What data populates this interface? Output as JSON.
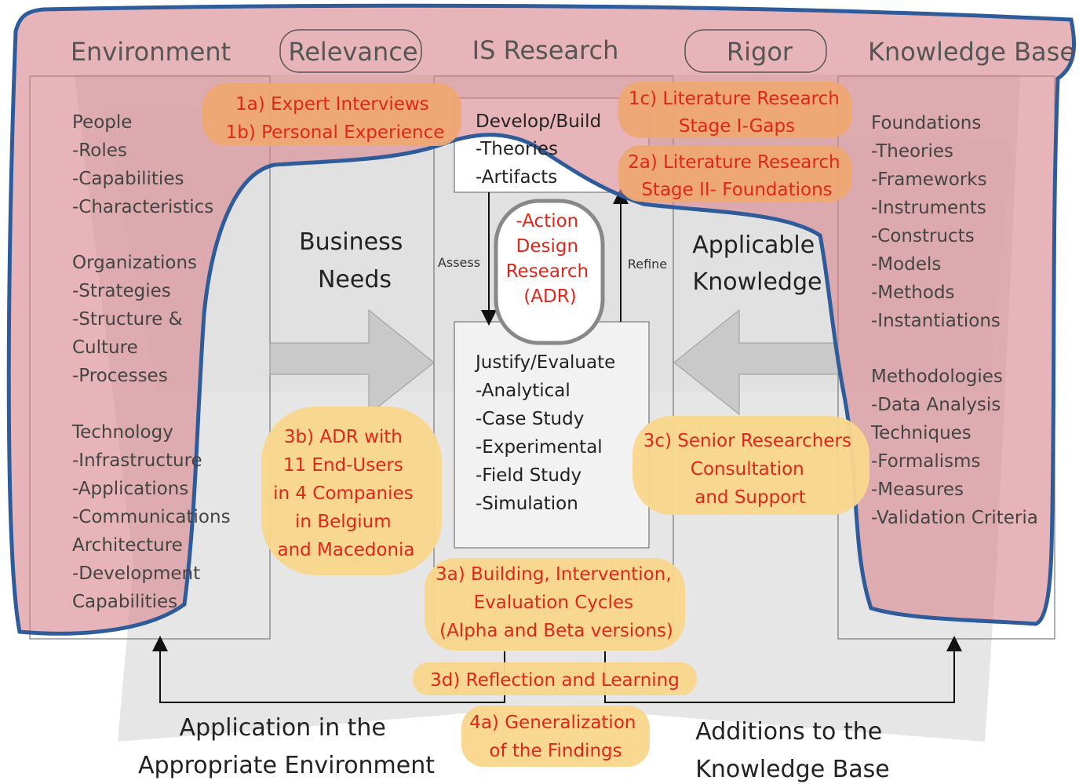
{
  "headers": {
    "environment": "Environment",
    "relevance": "Relevance",
    "is_research": "IS Research",
    "rigor": "Rigor",
    "knowledge_base": "Knowledge Base"
  },
  "environment": {
    "people": [
      "People",
      "-Roles",
      "-Capabilities",
      "-Characteristics"
    ],
    "organizations": [
      "Organizations",
      "-Strategies",
      "-Structure &",
      "Culture",
      "-Processes"
    ],
    "technology": [
      "Technology",
      "-Infrastructure",
      "-Applications",
      "-Communications",
      "Architecture",
      "-Development",
      "Capabilities"
    ]
  },
  "knowledge_base": {
    "foundations": [
      "Foundations",
      "-Theories",
      "-Frameworks",
      "-Instruments",
      "-Constructs",
      "-Models",
      "-Methods",
      "-Instantiations"
    ],
    "methodologies": [
      "Methodologies",
      "-Data Analysis",
      "Techniques",
      "-Formalisms",
      "-Measures",
      "-Validation Criteria"
    ]
  },
  "research": {
    "develop": [
      "Develop/Build",
      "-Theories",
      "-Artifacts"
    ],
    "justify": [
      "Justify/Evaluate",
      "-Analytical",
      "-Case Study",
      "-Experimental",
      "-Field Study",
      "-Simulation"
    ],
    "assess": "Assess",
    "refine": "Refine",
    "adr": [
      "-Action",
      "Design",
      "Research",
      "(ADR)"
    ]
  },
  "flows": {
    "business_needs": [
      "Business",
      "Needs"
    ],
    "applicable_knowledge": [
      "Applicable",
      "Knowledge"
    ],
    "application": [
      "Application in the",
      "Appropriate Environment"
    ],
    "additions": [
      "Additions to the",
      "Knowledge Base"
    ]
  },
  "annotations": {
    "a1": [
      "1a) Expert Interviews",
      "1b) Personal Experience"
    ],
    "a1c": [
      "1c) Literature Research",
      "Stage I-Gaps"
    ],
    "a2a": [
      "2a) Literature Research",
      "Stage II- Foundations"
    ],
    "a3b": [
      "3b) ADR with",
      "11 End-Users",
      "in 4 Companies",
      "in Belgium",
      "and Macedonia"
    ],
    "a3c": [
      "3c) Senior Researchers",
      "Consultation",
      "and Support"
    ],
    "a3a": [
      "3a) Building, Intervention,",
      "Evaluation Cycles",
      "(Alpha and Beta versions)"
    ],
    "a3d": [
      "3d) Reflection and Learning"
    ],
    "a4a": [
      "4a) Generalization",
      "of the Findings"
    ]
  },
  "colors": {
    "pink_overlay": "#d9868e",
    "outline_blue": "#2e5b9a",
    "orange_box": "#eea873",
    "yellow_box": "#f9d68c",
    "annotation_text": "#e0261b",
    "grey_bg": "#e6e6e6"
  }
}
